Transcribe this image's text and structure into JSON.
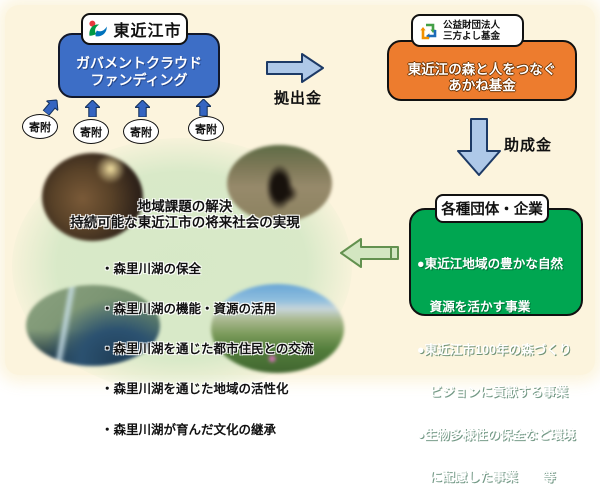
{
  "city_section": {
    "badge_label": "東近江市",
    "crowdfunding_box": {
      "line1": "ガバメントクラウド",
      "line2": "ファンディング"
    },
    "donation_labels": [
      "寄附",
      "寄附",
      "寄附",
      "寄附"
    ]
  },
  "flow_labels": {
    "contribution": "拠出金",
    "grant": "助成金"
  },
  "foundation_section": {
    "badge_line1": "公益財団法人",
    "badge_line2": "三方よし基金",
    "fund_box": {
      "line1": "東近江の森と人をつなぐ",
      "line2": "あかね基金"
    }
  },
  "organizations_section": {
    "badge_label": "各種団体・企業",
    "lines": [
      "●東近江地域の豊かな自然",
      "　資源を活かす事業",
      "●東近江市100年の森づくり",
      "　ビジョンに貢献する事業",
      "●生物多様性の保全など環境",
      "　に配慮した事業　　等"
    ]
  },
  "outcome_section": {
    "title_line1": "地域課題の解決",
    "title_line2": "持続可能な東近江市の将来社会の実現",
    "bullets": [
      "・森里川湖の保全",
      "・森里川湖の機能・資源の活用",
      "・森里川湖を通じた都市住民との交流",
      "・森里川湖を通じた地域の活性化",
      "・森里川湖が育んだ文化の継承"
    ],
    "photos": [
      {
        "name": "craftsman-workshop-photo"
      },
      {
        "name": "flying-eagle-photo"
      },
      {
        "name": "river-delta-aerial-photo"
      },
      {
        "name": "mountain-lake-view-photo"
      }
    ]
  },
  "colors": {
    "city_box_blue": "#3D6EC6",
    "fund_box_orange": "#ED7C2E",
    "organizations_green": "#00A651",
    "flow_arrow_blue": "#AEC8E8",
    "outcome_arrow_green": "#D3E6C1",
    "background_cream": "#FCF4DD"
  }
}
